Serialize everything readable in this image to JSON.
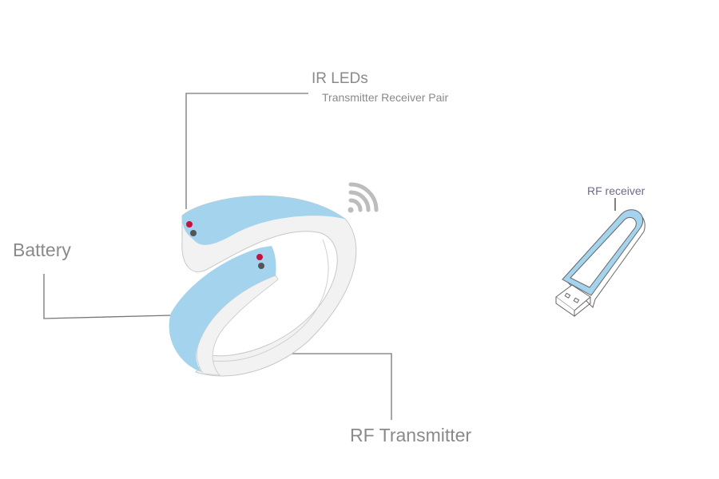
{
  "labels": {
    "ir_leds": "IR LEDs",
    "ir_leds_sub": "Transmitter Receiver Pair",
    "battery": "Battery",
    "rf_transmitter": "RF Transmitter",
    "rf_receiver": "RF receiver"
  },
  "colors": {
    "band_blue": "#a4d3ee",
    "band_white": "#f3f2f2",
    "led_red": "#c8113f",
    "led_gray": "#555555",
    "leader_line": "#777777",
    "signal_icon": "#bdbdbd",
    "receiver_label": "#6b6b8a"
  }
}
